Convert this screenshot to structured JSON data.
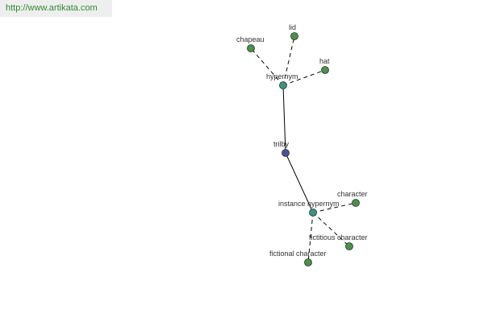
{
  "source": {
    "url": "http://www.artikata.com"
  },
  "colors": {
    "url_text": "#2f8b2f",
    "url_background": "#eeeeee",
    "leaf_node": "#4e8f4e",
    "relation_node": "#3f8f8a",
    "center_node": "#4a4fa0",
    "edge": "#000000",
    "label": "#333333"
  },
  "graph": {
    "center": {
      "id": "trilby",
      "label": "trilby",
      "kind": "center"
    },
    "relations": [
      {
        "id": "hypernym",
        "label": "hypernym",
        "kind": "relation",
        "members": [
          {
            "id": "chapeau",
            "label": "chapeau",
            "kind": "leaf"
          },
          {
            "id": "lid",
            "label": "lid",
            "kind": "leaf"
          },
          {
            "id": "hat",
            "label": "hat",
            "kind": "leaf"
          }
        ]
      },
      {
        "id": "instance-hypernym",
        "label": "instance hypernym",
        "kind": "relation",
        "members": [
          {
            "id": "character",
            "label": "character",
            "kind": "leaf"
          },
          {
            "id": "fictitious-character",
            "label": "fictitious character",
            "kind": "leaf"
          },
          {
            "id": "fictional-character",
            "label": "fictional character",
            "kind": "leaf"
          }
        ]
      }
    ]
  }
}
